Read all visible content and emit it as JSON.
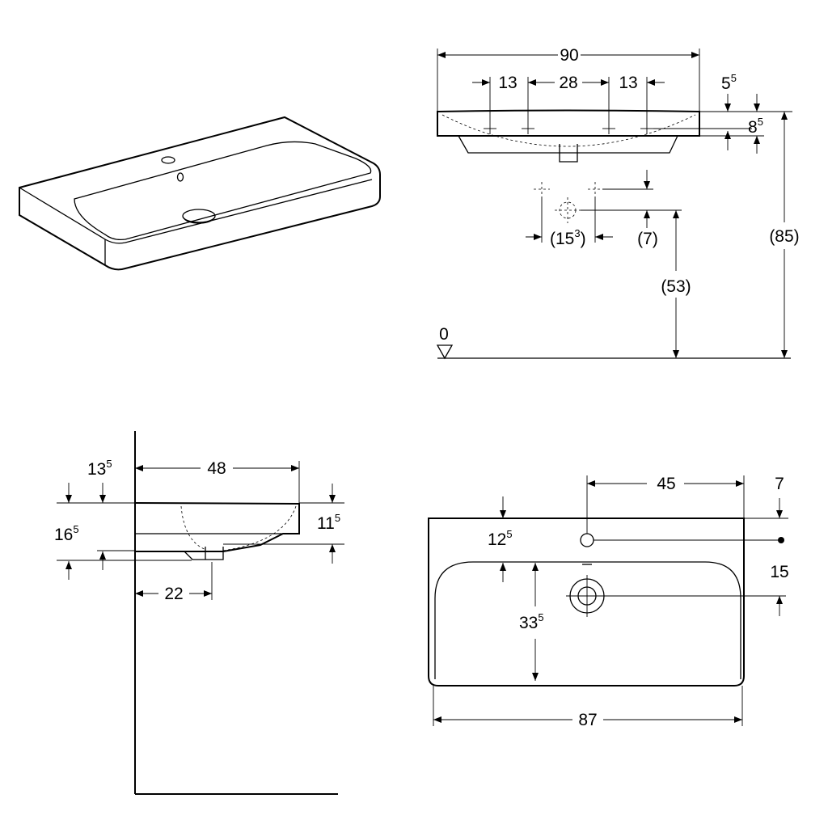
{
  "views": {
    "front": {
      "width_total": "90",
      "hole_left_spacing": "13",
      "hole_mid_spacing": "28",
      "hole_right_spacing": "13",
      "rim_offset_base": "5",
      "rim_offset_sup": "5",
      "rim_height_base": "8",
      "rim_height_sup": "5",
      "outlet_spacing_base": "(15",
      "outlet_spacing_sup": "3",
      "outlet_spacing_close": ")",
      "outlet_drop": "(7)",
      "outlet_height": "(53)",
      "total_height": "(85)",
      "floor_level": "0"
    },
    "side": {
      "depth": "48",
      "top_offset_base": "13",
      "top_offset_sup": "5",
      "bowl_depth_base": "16",
      "bowl_depth_sup": "5",
      "rim_thickness_base": "11",
      "rim_thickness_sup": "5",
      "drain_offset": "22"
    },
    "top": {
      "tap_to_edge": "45",
      "edge_to_tap_row": "7",
      "tap_to_basin_base": "12",
      "tap_to_basin_sup": "5",
      "tap_to_drain": "15",
      "drain_to_front_base": "33",
      "drain_to_front_sup": "5",
      "inner_width": "87"
    }
  }
}
